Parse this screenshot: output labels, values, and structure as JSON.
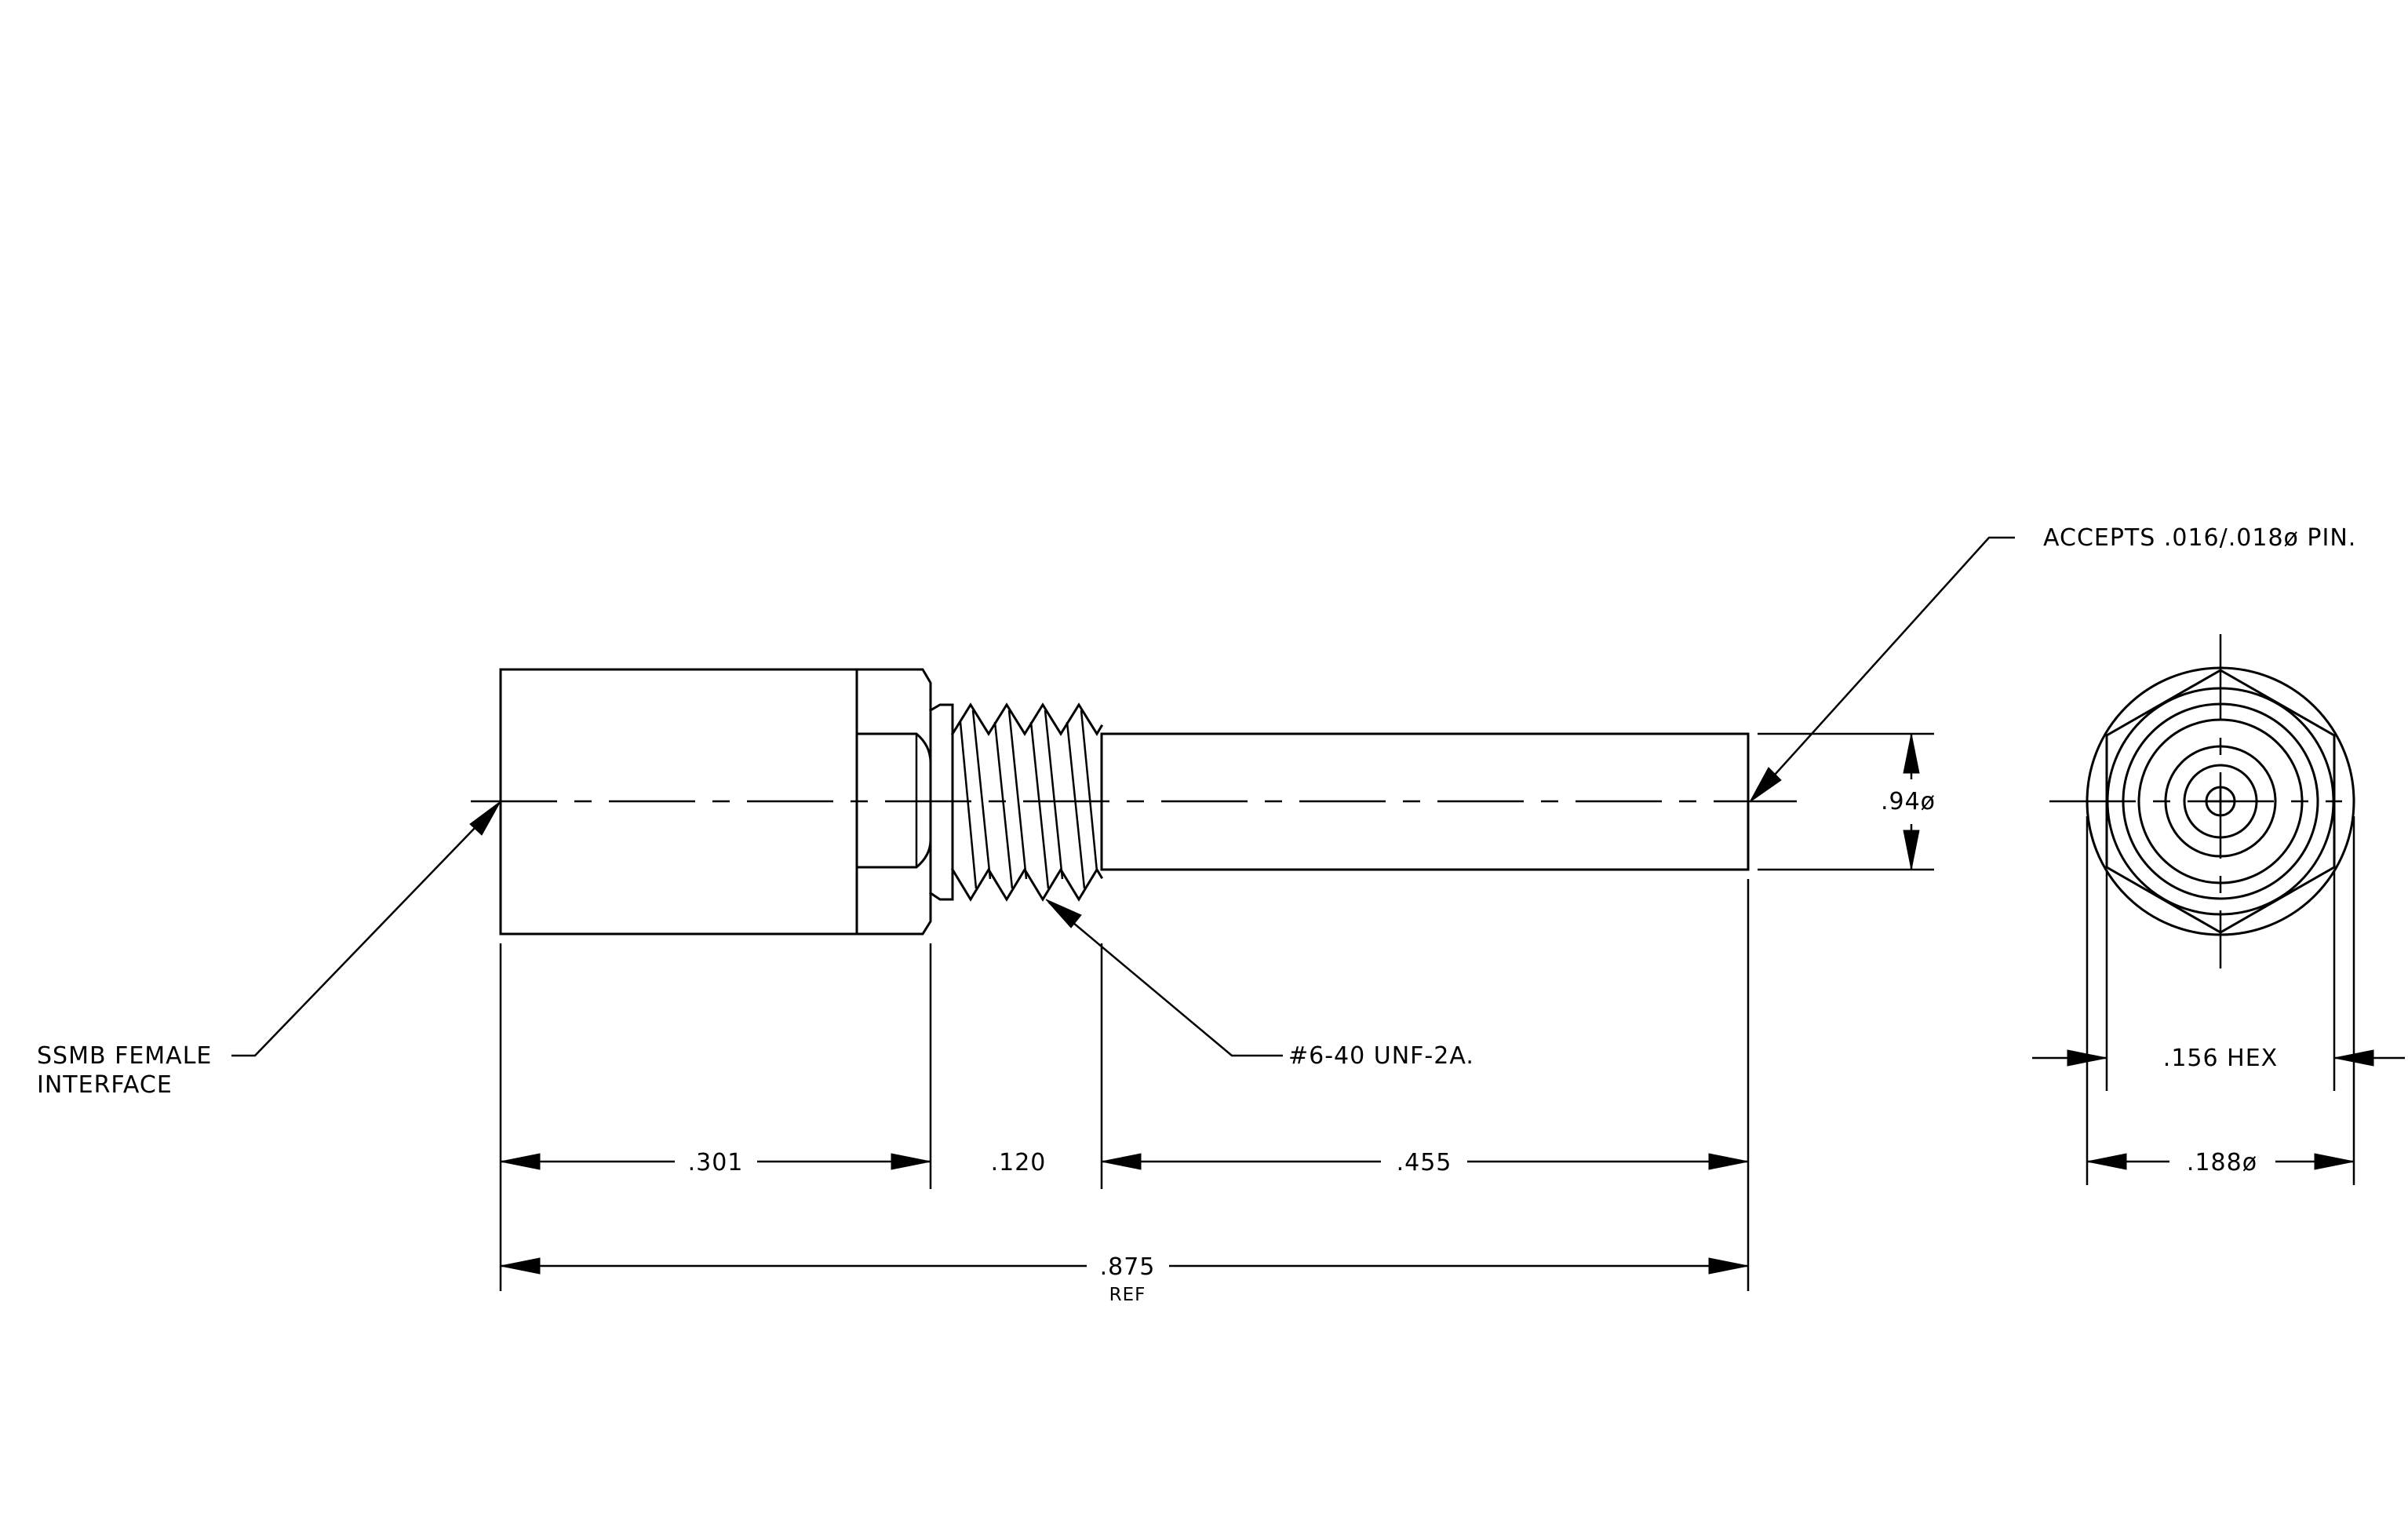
{
  "annotations": {
    "accepts_pin": "ACCEPTS .016/.018ø PIN.",
    "interface_line1": "SSMB FEMALE",
    "interface_line2": "INTERFACE",
    "thread": "#6-40 UNF-2A."
  },
  "dimensions": {
    "body_length": ".301",
    "thread_length": ".120",
    "pin_length": ".455",
    "overall_length": ".875",
    "overall_note": "REF",
    "pin_diameter": ".94ø",
    "hex_size": ".156 HEX",
    "hex_diameter": ".188ø"
  }
}
